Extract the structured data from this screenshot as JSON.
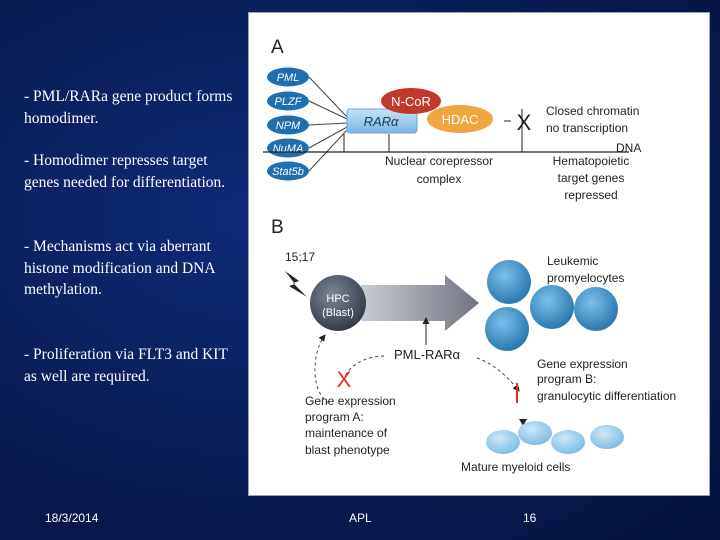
{
  "bullets": [
    "- PML/RARa gene product forms homodimer.",
    "- Homodimer represses target genes needed for differentiation.",
    "- Mechanisms act via aberrant histone modification and DNA methylation.",
    "- Proliferation via FLT3 and KIT as well are required."
  ],
  "figure": {
    "panel_a": {
      "label": "A",
      "partners": [
        "PML",
        "PLZF",
        "NPM",
        "NuMA",
        "Stat5b"
      ],
      "ncor": "N-CoR",
      "rara": "RARα",
      "hdac": "HDAC",
      "x_mark": "X",
      "closed_chromatin": [
        "Closed chromatin",
        "no transcription"
      ],
      "dna": "DNA",
      "corepressor": [
        "Nuclear corepressor",
        "complex"
      ],
      "target_genes": [
        "Hematopoietic",
        "target genes",
        "repressed"
      ]
    },
    "panel_b": {
      "label": "B",
      "translocation": "15;17",
      "hpc": [
        "HPC",
        "(Blast)"
      ],
      "leukemic": [
        "Leukemic",
        "promyelocytes"
      ],
      "pml_rara": "PML-RARα",
      "program_b": [
        "Gene expression",
        "program B:",
        "granulocytic differentiation"
      ],
      "program_a": [
        "Gene expression",
        "program A:",
        "maintenance of",
        "blast phenotype"
      ],
      "x_mark": "X",
      "mature": "Mature myeloid cells"
    }
  },
  "footer": {
    "date": "18/3/2014",
    "title": "APL",
    "page": "16"
  },
  "colors": {
    "background": "#0a1f5c",
    "partner_oval": "#1f6fae",
    "rara_box": "#8fc3ea",
    "ncor": "#c0392b",
    "hdac": "#f0a541",
    "x_red": "#e4321f",
    "blast_cell": "#404a5a",
    "leukemic_cell": "#3d8fc4",
    "mature_cell": "#8ec7ea"
  }
}
